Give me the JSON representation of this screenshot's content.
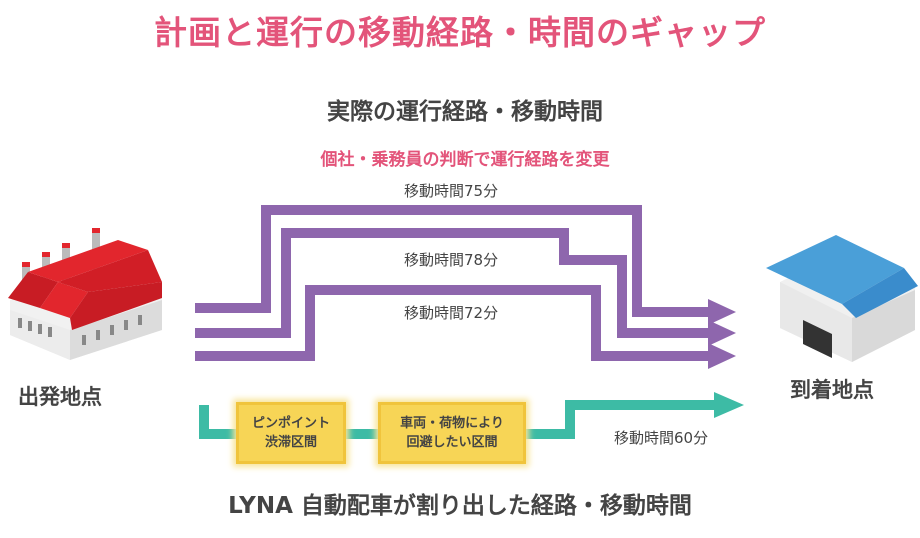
{
  "title": "計画と運行の移動経路・時間のギャップ",
  "actual": {
    "heading": "実際の運行経路・移動時間",
    "subheading": "個社・乗務員の判断で運行経路を変更",
    "routes": [
      {
        "time_label": "移動時間75分"
      },
      {
        "time_label": "移動時間78分"
      },
      {
        "time_label": "移動時間72分"
      }
    ],
    "route_color": "#8e66ad"
  },
  "start_label": "出発地点",
  "end_label": "到着地点",
  "lyna": {
    "boxes": [
      {
        "line1": "ピンポイント",
        "line2": "渋滞区間"
      },
      {
        "line1": "車両・荷物により",
        "line2": "回避したい区間"
      }
    ],
    "time_label": "移動時間60分",
    "caption": "LYNA 自動配車が割り出した経路・移動時間",
    "route_color": "#3dbba5"
  },
  "colors": {
    "title": "#e3547a",
    "factory_roof": "#e2262d",
    "house_roof": "#4a9fd8",
    "box_fill": "#f7d556"
  }
}
